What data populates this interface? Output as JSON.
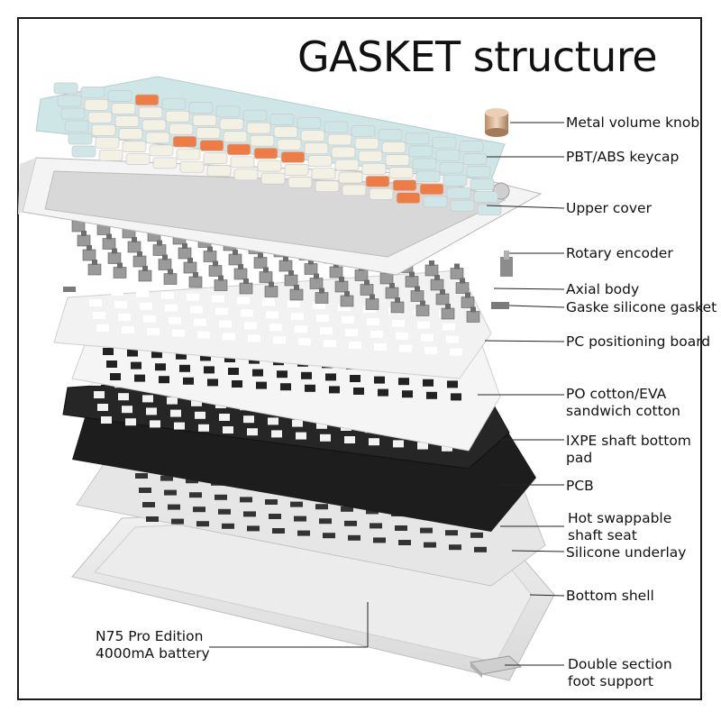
{
  "title": "GASKET structure",
  "labels": [
    {
      "id": "metal-volume-knob",
      "text": "Metal volume knob"
    },
    {
      "id": "keycap",
      "text": "PBT/ABS keycap"
    },
    {
      "id": "upper-cover",
      "text": "Upper cover"
    },
    {
      "id": "rotary-encoder",
      "text": "Rotary encoder"
    },
    {
      "id": "axial-body",
      "text": "Axial body"
    },
    {
      "id": "gasket",
      "text": "Gaske silicone gasket"
    },
    {
      "id": "pc-board",
      "text": "PC positioning board"
    },
    {
      "id": "po-cotton-1",
      "text": "PO cotton/EVA"
    },
    {
      "id": "po-cotton-2",
      "text": "sandwich cotton"
    },
    {
      "id": "ixpe-1",
      "text": "IXPE shaft bottom"
    },
    {
      "id": "ixpe-2",
      "text": "pad"
    },
    {
      "id": "pcb",
      "text": "PCB"
    },
    {
      "id": "hotswap-1",
      "text": "Hot swappable"
    },
    {
      "id": "hotswap-2",
      "text": "shaft seat"
    },
    {
      "id": "silicone-underlay",
      "text": "Silicone underlay"
    },
    {
      "id": "bottom-shell",
      "text": "Bottom shell"
    },
    {
      "id": "battery-1",
      "text": "N75 Pro Edition"
    },
    {
      "id": "battery-2",
      "text": "4000mA battery"
    },
    {
      "id": "foot-1",
      "text": "Double section"
    },
    {
      "id": "foot-2",
      "text": "foot support"
    }
  ],
  "colors": {
    "accent_orange": "#f07c45",
    "keycap_cream": "#f3f0e4",
    "keycap_mint": "#cfe6e6",
    "frame_white": "#f4f4f4",
    "plate_black": "#1c1c1c"
  }
}
